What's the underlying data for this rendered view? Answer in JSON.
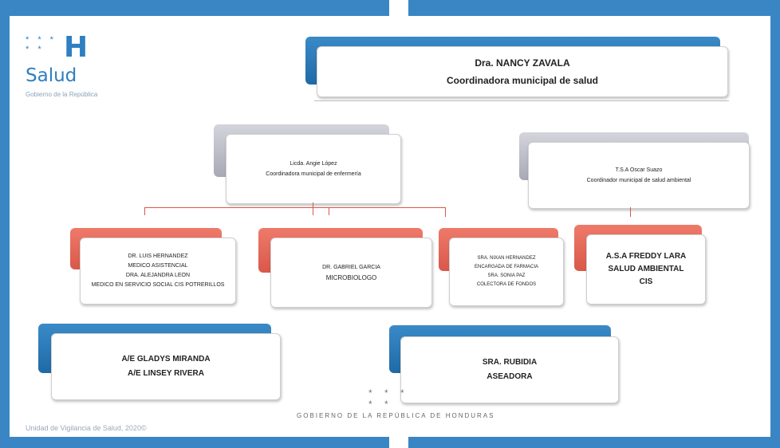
{
  "logo": {
    "mark": "H",
    "stars": "* * *  * *",
    "word": "Salud",
    "sub": "Gobierno de la República"
  },
  "top": {
    "name": "Dra. NANCY ZAVALA",
    "role": "Coordinadora  municipal  de salud"
  },
  "nursing": {
    "name": "Licda. Angie López",
    "role": "Coordinadora municipal de enfermería"
  },
  "env": {
    "name": "T.S.A Oscar Suazo",
    "role": "Coordinador municipal de salud ambiental"
  },
  "medical": {
    "lines": [
      "DR. LUIS HERNANDEZ",
      "MEDICO ASISTENCIAL",
      "DRA. ALEJANDRA  LEON",
      "MEDICO EN SERVICIO SOCIAL CIS POTRERILLOS"
    ]
  },
  "micro": {
    "lines": [
      "DR. GABRIEL  GARCIA",
      "MICROBIOLOGO"
    ]
  },
  "pharmacy": {
    "lines": [
      "SRA. NIXAN HERNANDEZ",
      "ENCARGADA  DE FARMACIA",
      "SRA. SONIA PAZ",
      "COLECTORA DE FONDOS"
    ]
  },
  "env_staff": {
    "lines": [
      "A.S.A FREDDY LARA",
      "SALUD AMBIENTAL",
      "CIS"
    ]
  },
  "nurses": {
    "lines": [
      "A/E GLADYS MIRANDA",
      "A/E LINSEY RIVERA"
    ]
  },
  "cleaning": {
    "lines": [
      "SRA. RUBIDIA",
      "ASEADORA"
    ]
  },
  "footer": "Unidad de Vigilancia de Salud, 2020©",
  "gov": {
    "stars": "* * *  * *",
    "text": "GOBIERNO DE LA REPÚBLICA DE HONDURAS"
  }
}
